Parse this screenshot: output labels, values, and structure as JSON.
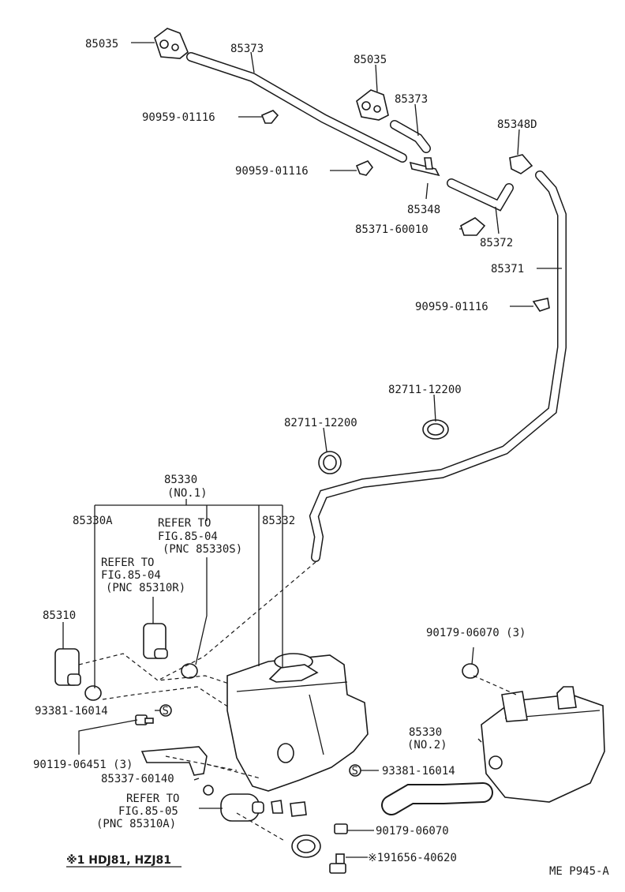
{
  "labels": {
    "p85035_a": "85035",
    "p85373_a": "85373",
    "p85035_b": "85035",
    "p85373_b": "85373",
    "p90959_a": "90959-01116",
    "p90959_b": "90959-01116",
    "p85348D": "85348D",
    "p85348": "85348",
    "p85371_60010": "85371-60010",
    "p85372": "85372",
    "p85371": "85371",
    "p90959_c": "90959-01116",
    "p82711_a": "82711-12200",
    "p82711_b": "82711-12200",
    "p85330_no1": "85330",
    "p85330_no1_sub": "(NO.1)",
    "p85330A": "85330A",
    "p85332": "85332",
    "refer_a_1": "REFER TO",
    "refer_a_2": "FIG.85-04",
    "refer_a_3": "(PNC 85330S)",
    "refer_b_1": "REFER TO",
    "refer_b_2": "FIG.85-04",
    "refer_b_3": "(PNC 85310R)",
    "p85310": "85310",
    "p90179_a": "90179-06070 (3)",
    "p93381_a": "93381-16014",
    "p90119": "90119-06451 (3)",
    "p85330_no2": "85330",
    "p85330_no2_sub": "(NO.2)",
    "p93381_b": "93381-16014",
    "p85337": "85337-60140",
    "refer_c_1": "REFER TO",
    "refer_c_2": "FIG.85-05",
    "refer_c_3": "(PNC 85310A)",
    "p90179_b": "90179-06070",
    "p191656": "※191656-40620",
    "s_mark": "S",
    "footnote": "※1 HDJ81, HZJ81",
    "code": "ME P945-A"
  },
  "colors": {
    "ink": "#1a1a1a",
    "paper": "#ffffff"
  }
}
